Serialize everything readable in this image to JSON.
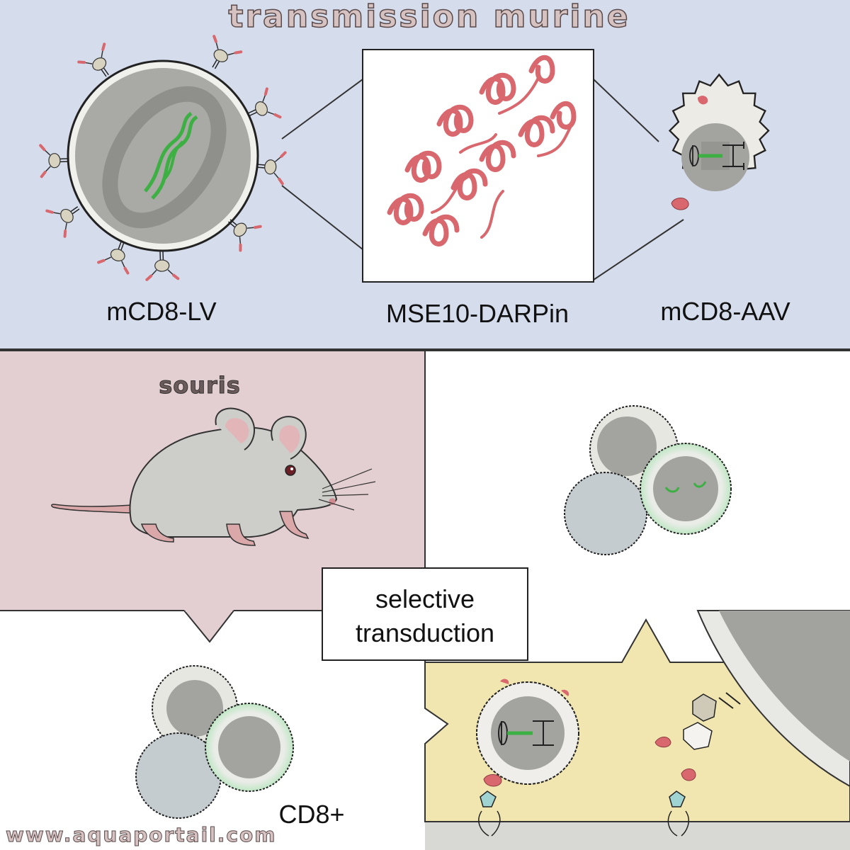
{
  "header": {
    "title": "transmission murine"
  },
  "top_panel": {
    "lv_label": "mCD8-LV",
    "darpin_label": "MSE10-DARPin",
    "aav_label": "mCD8-AAV"
  },
  "mouse_panel": {
    "title": "souris"
  },
  "callout": {
    "line1": "selective",
    "line2": "transduction"
  },
  "bottom_left": {
    "cell_label": "CD8+"
  },
  "watermark": {
    "text": "www.aquaportail.com"
  },
  "colors": {
    "top_bg": "#d5dcec",
    "mouse_bg": "#e3cfd1",
    "bottom_right_bg": "#f1e6b0",
    "darpin_red": "#d9676e",
    "rna_green": "#3cb043",
    "membrane_gray": "#c9c9c5"
  }
}
